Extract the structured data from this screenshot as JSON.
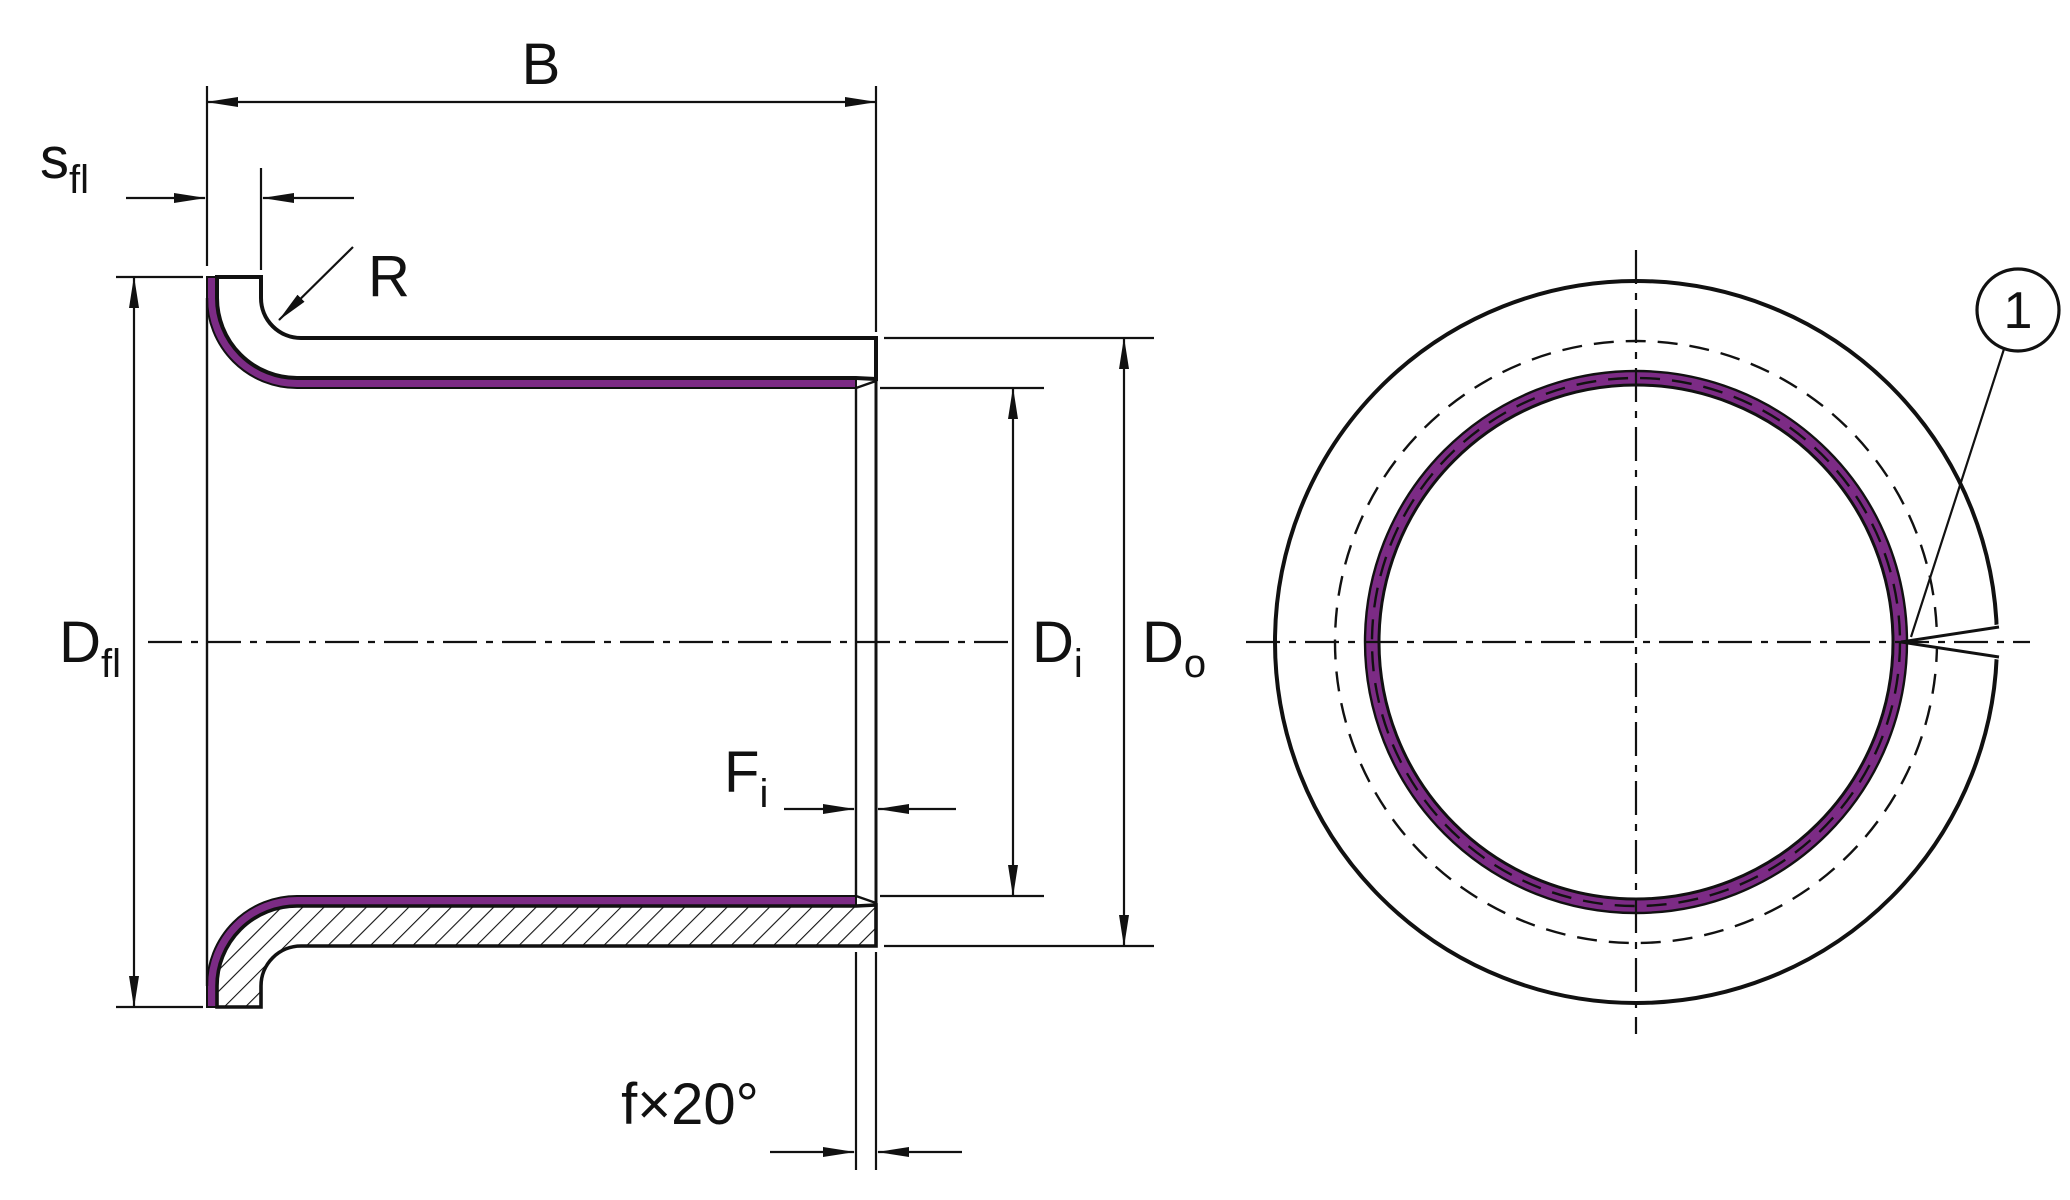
{
  "drawing": {
    "type": "technical-drawing",
    "part": "Flanged plain bushing - section view and front view",
    "colors": {
      "liner": "#7c2b85",
      "line": "#111111",
      "background": "#ffffff"
    },
    "labels": {
      "width": {
        "main": "B",
        "sub": ""
      },
      "flange_thickness": {
        "main": "s",
        "sub": "fl"
      },
      "fillet_radius": {
        "main": "R",
        "sub": ""
      },
      "flange_diameter": {
        "main": "D",
        "sub": "fl"
      },
      "liner_face": {
        "main": "F",
        "sub": "i"
      },
      "inner_diameter": {
        "main": "D",
        "sub": "i"
      },
      "outer_diameter": {
        "main": "D",
        "sub": "o"
      },
      "chamfer": {
        "main": "f×20°",
        "sub": ""
      },
      "callout_seam": {
        "main": "1",
        "sub": ""
      }
    }
  }
}
